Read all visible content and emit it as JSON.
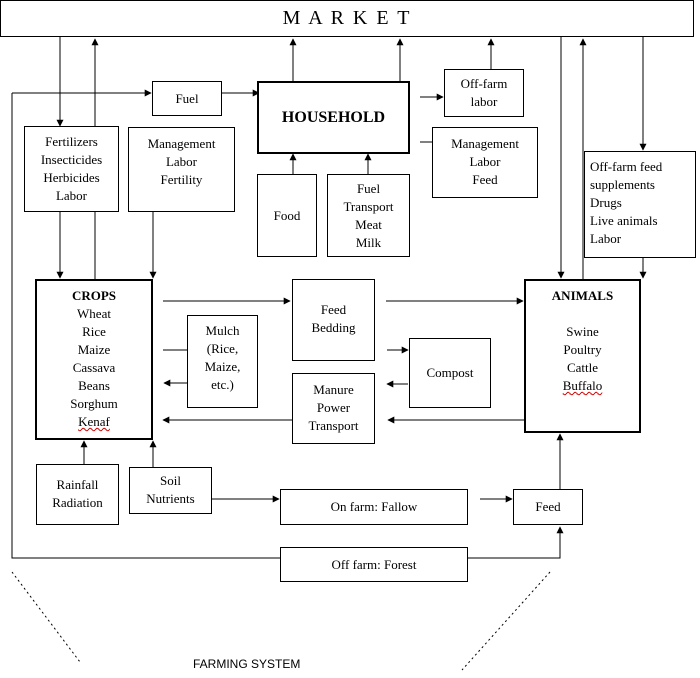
{
  "market": "M A R K E T",
  "household": "HOUSEHOLD",
  "fuel_box": "Fuel",
  "offfarm_labor": [
    "Off-farm",
    "labor"
  ],
  "inputs_left": [
    "Fertilizers",
    "Insecticides",
    "Herbicides",
    "Labor"
  ],
  "mgmt_left": [
    "Management",
    "Labor",
    "Fertility"
  ],
  "food": "Food",
  "fuel_products": [
    "Fuel",
    "Transport",
    "Meat",
    "Milk"
  ],
  "mgmt_right": [
    "Management",
    "Labor",
    "Feed"
  ],
  "offfarm_feed": [
    "Off-farm feed",
    "supplements",
    "Drugs",
    "Live animals",
    "Labor"
  ],
  "crops": {
    "title": "CROPS",
    "items": [
      "Wheat",
      "Rice",
      "Maize",
      "Cassava",
      "Beans",
      "Sorghum",
      "Kenaf"
    ]
  },
  "mulch": [
    "Mulch",
    "(Rice,",
    "Maize,",
    "etc.)"
  ],
  "feed_bedding": [
    "Feed",
    "Bedding"
  ],
  "compost": "Compost",
  "manure": [
    "Manure",
    "Power",
    "Transport"
  ],
  "animals": {
    "title": "ANIMALS",
    "items": [
      "Swine",
      "Poultry",
      "Cattle",
      "Buffalo"
    ]
  },
  "rainfall": [
    "Rainfall",
    "Radiation"
  ],
  "soil": [
    "Soil",
    "Nutrients"
  ],
  "fallow": "On farm: Fallow",
  "feed_small": "Feed",
  "forest": "Off farm: Forest",
  "caption": "FARMING SYSTEM"
}
